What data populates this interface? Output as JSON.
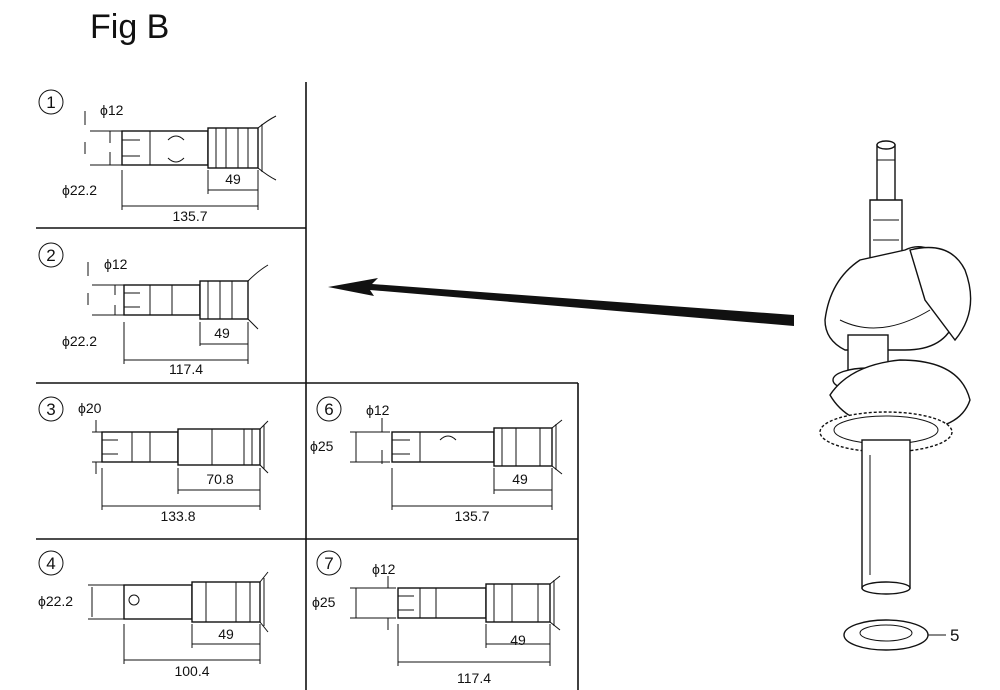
{
  "figure": {
    "title": "Fig B"
  },
  "panels": [
    {
      "number": "1",
      "dia_small": "ϕ12",
      "dia_large": "ϕ22.2",
      "len_short": "49",
      "len_total": "135.7"
    },
    {
      "number": "2",
      "dia_small": "ϕ12",
      "dia_large": "ϕ22.2",
      "len_short": "49",
      "len_total": "117.4"
    },
    {
      "number": "3",
      "dia_small": "ϕ20",
      "len_short": "70.8",
      "len_total": "133.8"
    },
    {
      "number": "4",
      "dia_large": "ϕ22.2",
      "len_short": "49",
      "len_total": "100.4"
    },
    {
      "number": "6",
      "dia_small": "ϕ12",
      "dia_large": "ϕ25",
      "len_short": "49",
      "len_total": "135.7"
    },
    {
      "number": "7",
      "dia_small": "ϕ12",
      "dia_large": "ϕ25",
      "len_short": "49",
      "len_total": "117.4"
    }
  ],
  "crankshaft": {
    "part_label": "5"
  },
  "icons": {
    "arrow": "arrow-left-icon",
    "crankshaft": "crankshaft-illustration"
  }
}
